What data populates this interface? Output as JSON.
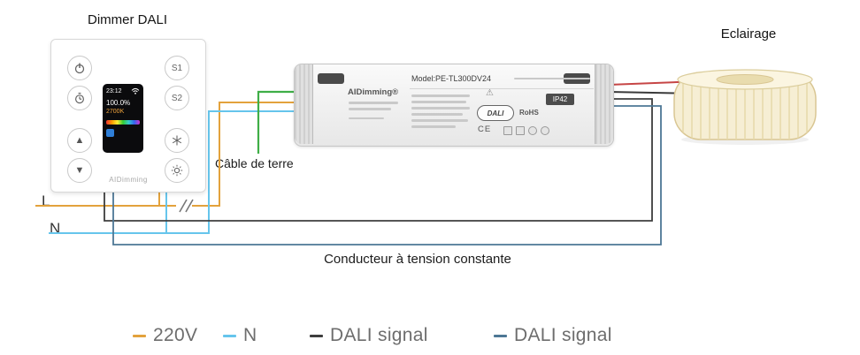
{
  "titles": {
    "dimmer": "Dimmer DALI",
    "lighting": "Eclairage"
  },
  "labels": {
    "ground_cable": "Câble de terre",
    "constant_voltage_conductor": "Conducteur à tension constante",
    "line": "L",
    "neutral": "N"
  },
  "dimmer_panel": {
    "brand": "AIDimming",
    "buttons": {
      "s1": "S1",
      "s2": "S2"
    },
    "icons": {
      "up": "▲",
      "down": "▼"
    },
    "screen": {
      "time": "23:12",
      "level": "100.0%",
      "color_temp": "2700K"
    }
  },
  "driver": {
    "model": "Model:PE-TL300DV24",
    "brand": "AIDimming®",
    "icons": {
      "warning": "⚠"
    },
    "marks": {
      "dali": "DALI",
      "rohs": "RoHS",
      "ip_rating": "IP42",
      "ce": "CE"
    }
  },
  "legend": [
    {
      "label": "220V",
      "color": "#E3A23C"
    },
    {
      "label": "N",
      "color": "#66C5EC"
    },
    {
      "label": "DALI signal",
      "color": "#3E3E3E"
    },
    {
      "label": "DALI signal",
      "color": "#4D7795"
    }
  ],
  "wire_colors": {
    "live": "#E3A23C",
    "neutral": "#66C5EC",
    "dali_dark": "#3E3E3E",
    "dali_blue": "#4D7795",
    "ground": "#3FAE47",
    "led_positive": "#C64545",
    "led_negative": "#3A3A3A"
  }
}
